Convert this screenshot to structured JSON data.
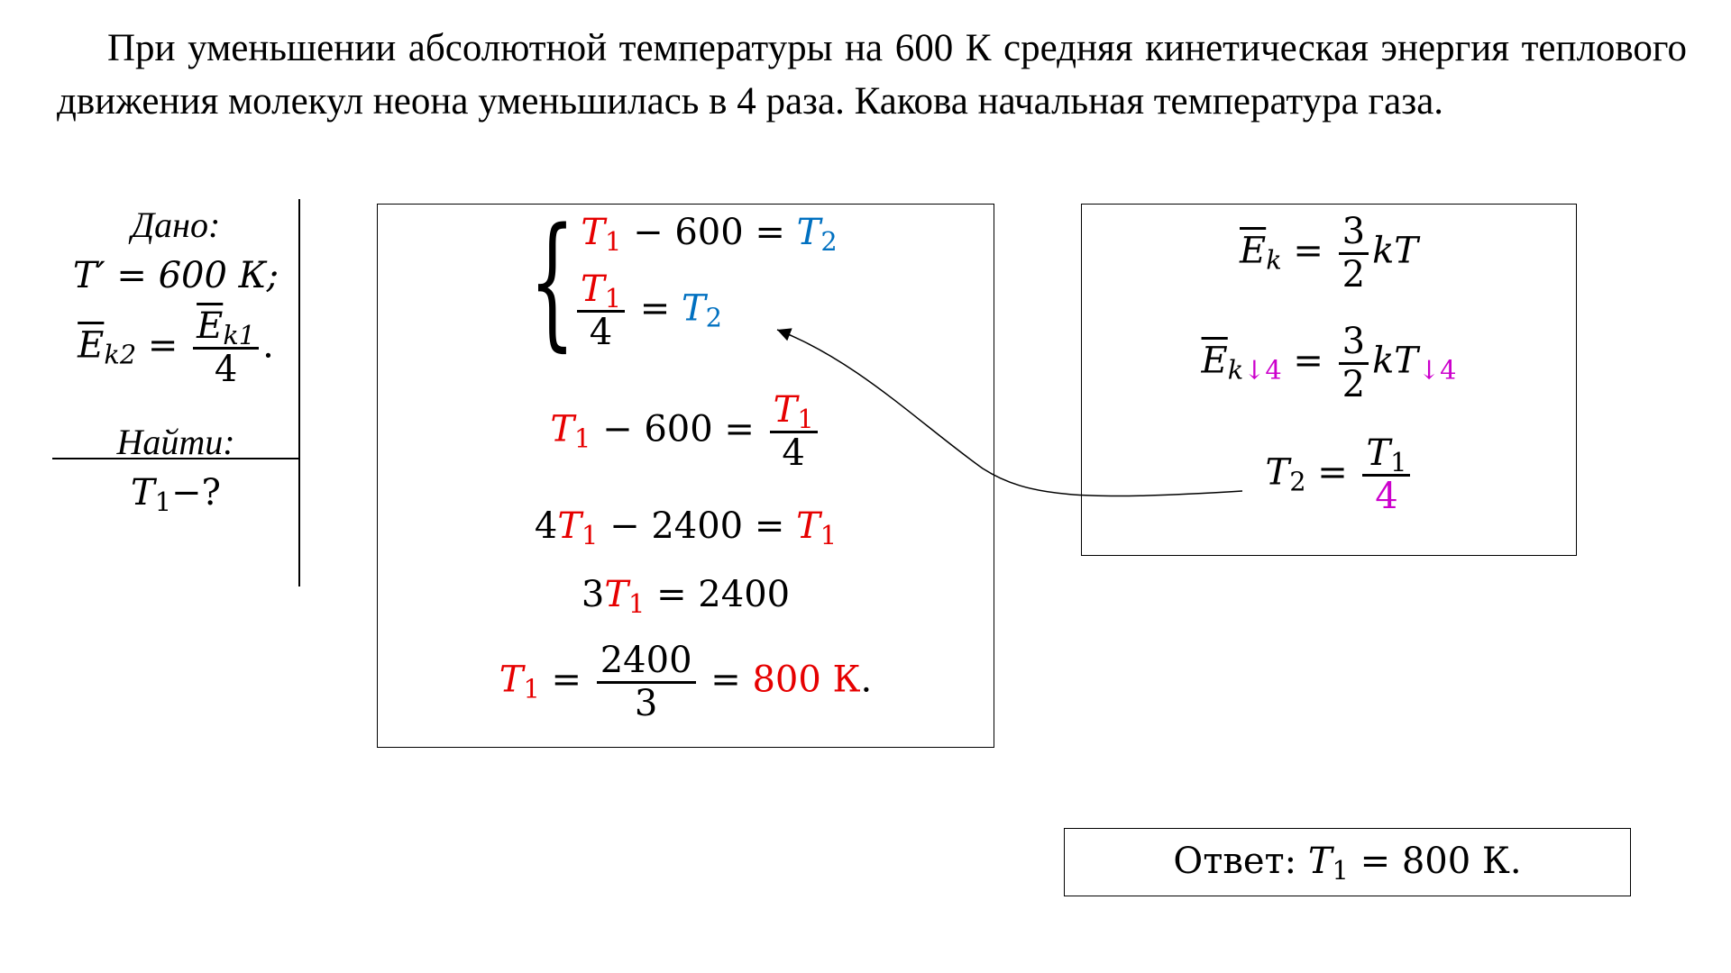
{
  "problem": {
    "text": "При уменьшении абсолютной температуры на 600 К средняя кинетическая энергия теплового движения молекул неона уменьшилась в 4  раза. Какова начальная температура газа."
  },
  "given": {
    "label": "Дано:",
    "t_prime": "T′ = 600 К;",
    "e_k2": "E",
    "e_k2_sub": "k2",
    "eq": "=",
    "e_k1": "E",
    "e_k1_sub": "k1",
    "denominator": "4",
    "dot": ".",
    "find_label": "Найти:",
    "find_value": "T",
    "find_sub": "1",
    "find_suffix": "−?"
  },
  "solution": {
    "sys1_a": "T",
    "sys1_a_sub": "1",
    "sys1_mid": " − 600 = ",
    "sys1_b": "T",
    "sys1_b_sub": "2",
    "sys2_num": "T",
    "sys2_num_sub": "1",
    "sys2_den": "4",
    "sys2_eq": " = ",
    "sys2_b": "T",
    "sys2_b_sub": "2",
    "l1_a": "T",
    "l1_a_sub": "1",
    "l1_mid": " − 600 = ",
    "l1_num": "T",
    "l1_num_sub": "1",
    "l1_den": "4",
    "l2_pre": "4",
    "l2_a": "T",
    "l2_a_sub": "1",
    "l2_mid": " − 2400 = ",
    "l2_b": "T",
    "l2_b_sub": "1",
    "l3_pre": "3",
    "l3_a": "T",
    "l3_a_sub": "1",
    "l3_post": " = 2400",
    "l4_a": "T",
    "l4_a_sub": "1",
    "l4_eq": " = ",
    "l4_num": "2400",
    "l4_den": "3",
    "l4_eq2": " = ",
    "l4_result": "800 К",
    "l4_dot": "."
  },
  "formulas": {
    "f1_e": "E",
    "f1_sub": "k",
    "f1_eq": " = ",
    "f1_num": "3",
    "f1_den": "2",
    "f1_rest": "kT",
    "f2_e": "E",
    "f2_sub": "k",
    "f2_sub_mark": "↓4",
    "f2_eq": " = ",
    "f2_num": "3",
    "f2_den": "2",
    "f2_rest": "kT",
    "f2_rest_mark": "↓4",
    "f3_t": "T",
    "f3_sub": "2",
    "f3_eq": " = ",
    "f3_num": "T",
    "f3_num_sub": "1",
    "f3_den": "4"
  },
  "answer": {
    "label": "Ответ: ",
    "t": "T",
    "t_sub": "1",
    "value": " = 800 К."
  },
  "colors": {
    "red": "#e60000",
    "blue": "#0070c0",
    "magenta": "#cc00cc"
  }
}
